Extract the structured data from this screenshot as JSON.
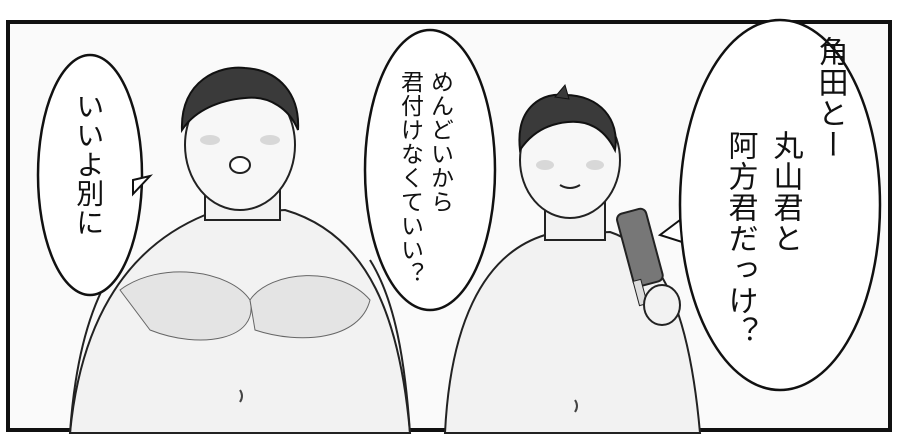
{
  "bubbles": {
    "left": {
      "line1": "いいよ別に"
    },
    "middle": {
      "line1": "めんどいから",
      "line2": "君付けなくていい？"
    },
    "right": {
      "line1": "角田とー",
      "line2": "丸山君と",
      "line3": "阿方君だっけ？"
    }
  },
  "colors": {
    "ink": "#111111",
    "panel_bg": "#fafafa",
    "skin": "#f3f3f3",
    "hair": "#3a3a3a"
  }
}
